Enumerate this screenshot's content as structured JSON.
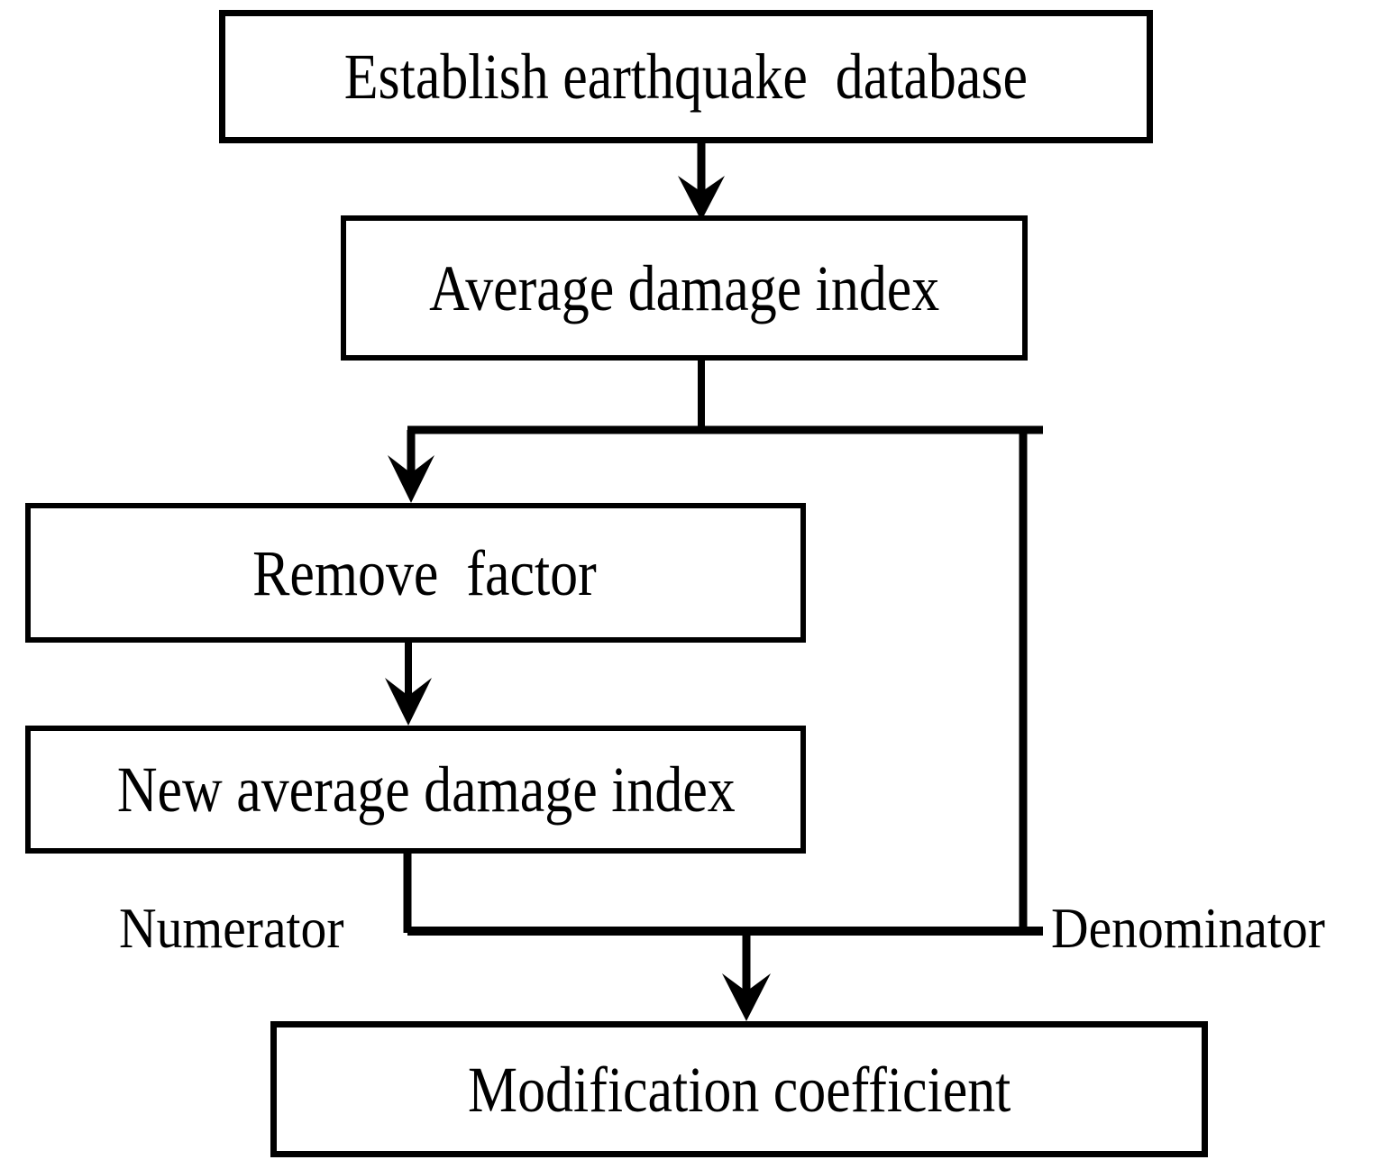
{
  "diagram": {
    "title_present": false,
    "background_color": "#ffffff",
    "line_color": "#000000",
    "nodes": [
      {
        "id": "establish",
        "label": "Establish earthquake  database",
        "font_size": 72
      },
      {
        "id": "avg_index",
        "label": "Average damage index",
        "font_size": 72
      },
      {
        "id": "remove",
        "label": "Remove  factor",
        "font_size": 72
      },
      {
        "id": "new_avg",
        "label": "New average damage index",
        "font_size": 72
      },
      {
        "id": "mod_coeff",
        "label": "Modification coefficient",
        "font_size": 72
      }
    ],
    "edge_labels": [
      {
        "id": "numerator",
        "label": "Numerator"
      },
      {
        "id": "denominator",
        "label": "Denominator"
      }
    ]
  }
}
